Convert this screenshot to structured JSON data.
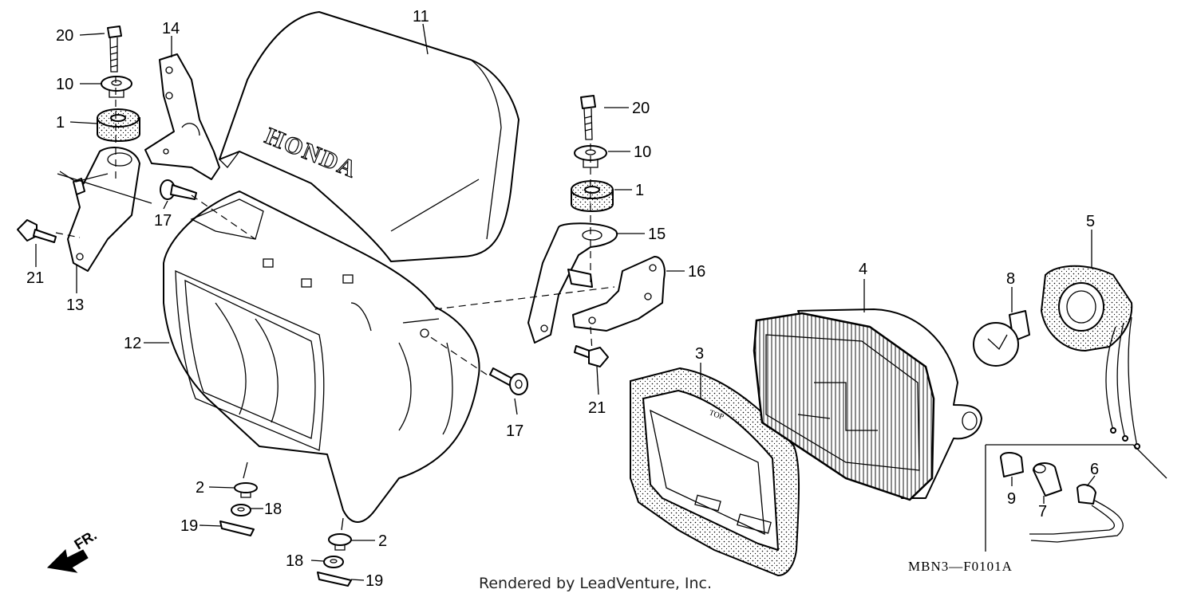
{
  "labels": {
    "n1a": "1",
    "n1b": "1",
    "n2a": "2",
    "n2b": "2",
    "n3": "3",
    "n4": "4",
    "n5": "5",
    "n6": "6",
    "n7": "7",
    "n8": "8",
    "n9": "9",
    "n10a": "10",
    "n10b": "10",
    "n11": "11",
    "n12": "12",
    "n13": "13",
    "n14": "14",
    "n15": "15",
    "n16": "16",
    "n17a": "17",
    "n17b": "17",
    "n18a": "18",
    "n18b": "18",
    "n19a": "19",
    "n19b": "19",
    "n20a": "20",
    "n20b": "20",
    "n21a": "21",
    "n21b": "21"
  },
  "brand_text": "HONDA",
  "lens_marking": "TOP",
  "direction_label": "FR.",
  "diagram_code": "MBN3—F0101A",
  "credit": "Rendered by LeadVenture, Inc."
}
